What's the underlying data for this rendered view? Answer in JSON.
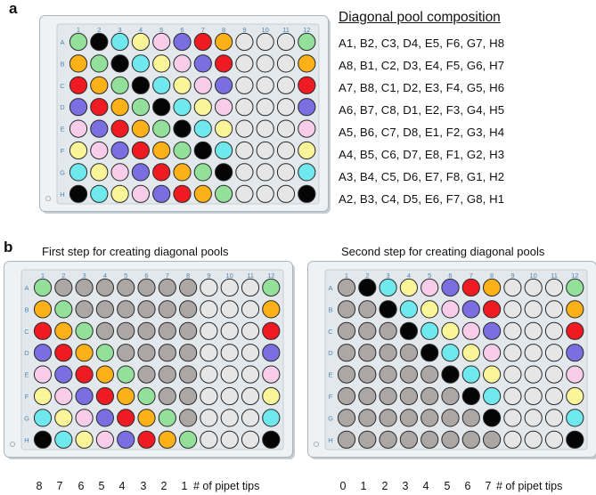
{
  "panels": [
    {
      "id": "a",
      "label": "a"
    },
    {
      "id": "b",
      "label": "b"
    }
  ],
  "colors": {
    "green": "#93e09b",
    "black": "#050505",
    "cyan": "#6fe8ee",
    "yellow": "#fbf59a",
    "pink": "#f8cdea",
    "purple": "#7b6ee0",
    "red": "#ee1c22",
    "orange": "#fbb117",
    "light": "#e6e6e6",
    "gray": "#aca7a5"
  },
  "col_labels": [
    "1",
    "2",
    "3",
    "4",
    "5",
    "6",
    "7",
    "8",
    "9",
    "10",
    "11",
    "12"
  ],
  "row_labels": [
    "A",
    "B",
    "C",
    "D",
    "E",
    "F",
    "G",
    "H"
  ],
  "legend": {
    "title": "Diagonal pool composition",
    "rows": [
      "A1, B2, C3, D4, E5, F6, G7, H8",
      "A8, B1, C2, D3, E4, F5, G6, H7",
      "A7, B8, C1, D2, E3, F4, G5, H6",
      "A6, B7, C8, D1, E2, F3, G4, H5",
      "A5, B6, C7, D8, E1, F2, G3, H4",
      "A4, B5, C6, D7, E8, F1, G2, H3",
      "A3, B4, C5, D6, E7, F8, G1, H2",
      "A2, B3, C4, D5, E6, F7, G8, H1"
    ]
  },
  "plates": {
    "top": [
      [
        "green",
        "black",
        "cyan",
        "yellow",
        "pink",
        "purple",
        "red",
        "orange",
        "light",
        "light",
        "light",
        "green"
      ],
      [
        "orange",
        "green",
        "black",
        "cyan",
        "yellow",
        "pink",
        "purple",
        "red",
        "light",
        "light",
        "light",
        "orange"
      ],
      [
        "red",
        "orange",
        "green",
        "black",
        "cyan",
        "yellow",
        "pink",
        "purple",
        "light",
        "light",
        "light",
        "red"
      ],
      [
        "purple",
        "red",
        "orange",
        "green",
        "black",
        "cyan",
        "yellow",
        "pink",
        "light",
        "light",
        "light",
        "purple"
      ],
      [
        "pink",
        "purple",
        "red",
        "orange",
        "green",
        "black",
        "cyan",
        "yellow",
        "light",
        "light",
        "light",
        "pink"
      ],
      [
        "yellow",
        "pink",
        "purple",
        "red",
        "orange",
        "green",
        "black",
        "cyan",
        "light",
        "light",
        "light",
        "yellow"
      ],
      [
        "cyan",
        "yellow",
        "pink",
        "purple",
        "red",
        "orange",
        "green",
        "black",
        "light",
        "light",
        "light",
        "cyan"
      ],
      [
        "black",
        "cyan",
        "yellow",
        "pink",
        "purple",
        "red",
        "orange",
        "green",
        "light",
        "light",
        "light",
        "black"
      ]
    ],
    "first": [
      [
        "green",
        "gray",
        "gray",
        "gray",
        "gray",
        "gray",
        "gray",
        "gray",
        "light",
        "light",
        "light",
        "green"
      ],
      [
        "orange",
        "green",
        "gray",
        "gray",
        "gray",
        "gray",
        "gray",
        "gray",
        "light",
        "light",
        "light",
        "orange"
      ],
      [
        "red",
        "orange",
        "green",
        "gray",
        "gray",
        "gray",
        "gray",
        "gray",
        "light",
        "light",
        "light",
        "red"
      ],
      [
        "purple",
        "red",
        "orange",
        "green",
        "gray",
        "gray",
        "gray",
        "gray",
        "light",
        "light",
        "light",
        "purple"
      ],
      [
        "pink",
        "purple",
        "red",
        "orange",
        "green",
        "gray",
        "gray",
        "gray",
        "light",
        "light",
        "light",
        "pink"
      ],
      [
        "yellow",
        "pink",
        "purple",
        "red",
        "orange",
        "green",
        "gray",
        "gray",
        "light",
        "light",
        "light",
        "yellow"
      ],
      [
        "cyan",
        "yellow",
        "pink",
        "purple",
        "red",
        "orange",
        "green",
        "gray",
        "light",
        "light",
        "light",
        "cyan"
      ],
      [
        "black",
        "cyan",
        "yellow",
        "pink",
        "purple",
        "red",
        "orange",
        "green",
        "light",
        "light",
        "light",
        "black"
      ]
    ],
    "second": [
      [
        "gray",
        "black",
        "cyan",
        "yellow",
        "pink",
        "purple",
        "red",
        "orange",
        "light",
        "light",
        "light",
        "green"
      ],
      [
        "gray",
        "gray",
        "black",
        "cyan",
        "yellow",
        "pink",
        "purple",
        "red",
        "light",
        "light",
        "light",
        "orange"
      ],
      [
        "gray",
        "gray",
        "gray",
        "black",
        "cyan",
        "yellow",
        "pink",
        "purple",
        "light",
        "light",
        "light",
        "red"
      ],
      [
        "gray",
        "gray",
        "gray",
        "gray",
        "black",
        "cyan",
        "yellow",
        "pink",
        "light",
        "light",
        "light",
        "purple"
      ],
      [
        "gray",
        "gray",
        "gray",
        "gray",
        "gray",
        "black",
        "cyan",
        "yellow",
        "light",
        "light",
        "light",
        "pink"
      ],
      [
        "gray",
        "gray",
        "gray",
        "gray",
        "gray",
        "gray",
        "black",
        "cyan",
        "light",
        "light",
        "light",
        "yellow"
      ],
      [
        "gray",
        "gray",
        "gray",
        "gray",
        "gray",
        "gray",
        "gray",
        "black",
        "light",
        "light",
        "light",
        "cyan"
      ],
      [
        "gray",
        "gray",
        "gray",
        "gray",
        "gray",
        "gray",
        "gray",
        "gray",
        "light",
        "light",
        "light",
        "black"
      ]
    ]
  },
  "first_step": {
    "title": "First step for creating diagonal pools",
    "tips": [
      "8",
      "7",
      "6",
      "5",
      "4",
      "3",
      "2",
      "1"
    ],
    "tips_caption": "# of pipet tips"
  },
  "second_step": {
    "title": "Second step for creating diagonal pools",
    "tips": [
      "0",
      "1",
      "2",
      "3",
      "4",
      "5",
      "6",
      "7"
    ],
    "tips_caption": "# of pipet tips"
  }
}
